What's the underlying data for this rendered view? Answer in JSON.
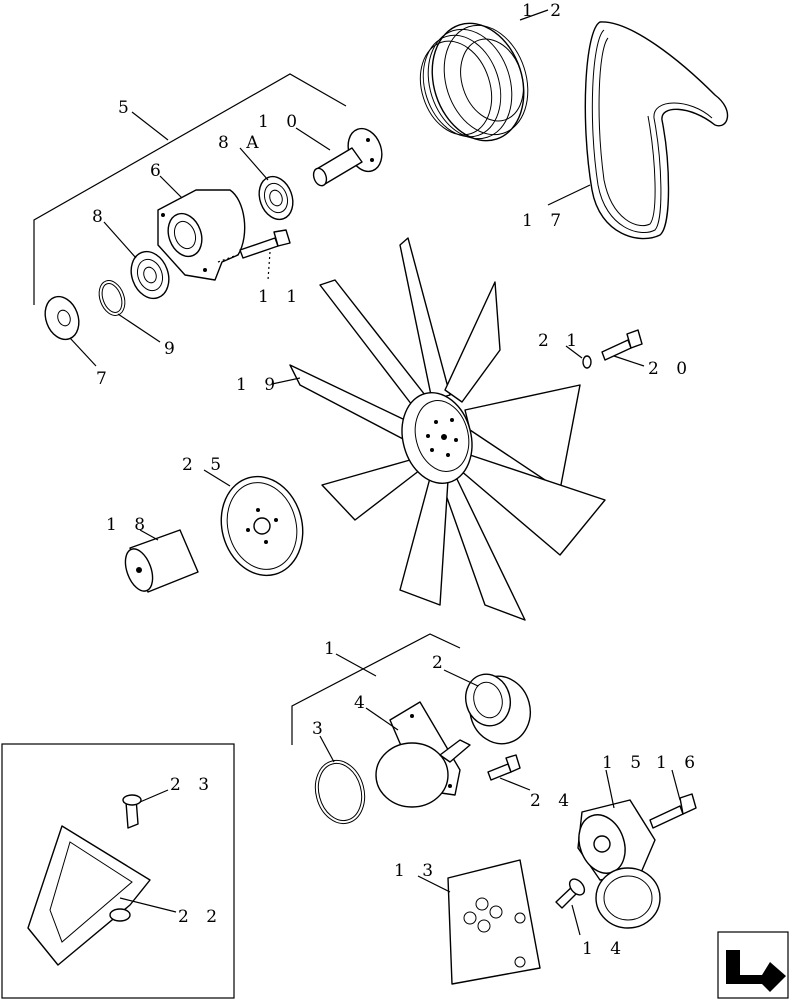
{
  "callouts": [
    {
      "id": "c12",
      "text": "1 2"
    },
    {
      "id": "c17",
      "text": "1 7"
    },
    {
      "id": "c5",
      "text": "5"
    },
    {
      "id": "c10",
      "text": "1 0"
    },
    {
      "id": "c8A",
      "text": "8 A"
    },
    {
      "id": "c6",
      "text": "6"
    },
    {
      "id": "c8",
      "text": "8"
    },
    {
      "id": "c11",
      "text": "1 1"
    },
    {
      "id": "c9",
      "text": "9"
    },
    {
      "id": "c7",
      "text": "7"
    },
    {
      "id": "c21",
      "text": "2 1"
    },
    {
      "id": "c20",
      "text": "2 0"
    },
    {
      "id": "c19",
      "text": "1 9"
    },
    {
      "id": "c25",
      "text": "2 5"
    },
    {
      "id": "c18",
      "text": "1 8"
    },
    {
      "id": "c1",
      "text": "1"
    },
    {
      "id": "c2",
      "text": "2"
    },
    {
      "id": "c3",
      "text": "3"
    },
    {
      "id": "c4",
      "text": "4"
    },
    {
      "id": "c24",
      "text": "2 4"
    },
    {
      "id": "c15",
      "text": "1 5"
    },
    {
      "id": "c16",
      "text": "1 6"
    },
    {
      "id": "c23",
      "text": "2 3"
    },
    {
      "id": "c22",
      "text": "2 2"
    },
    {
      "id": "c13",
      "text": "1 3"
    },
    {
      "id": "c14",
      "text": "1 4"
    }
  ]
}
